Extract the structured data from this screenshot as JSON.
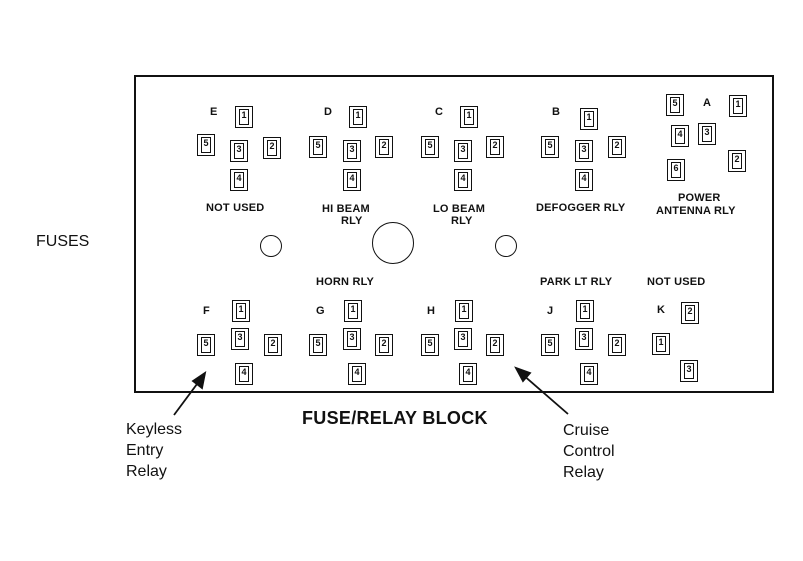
{
  "side_label": "FUSES",
  "block_title": "FUSE/RELAY BLOCK",
  "callouts": {
    "keyless": [
      "Keyless",
      "Entry",
      "Relay"
    ],
    "cruise": [
      "Cruise",
      "Control",
      "Relay"
    ]
  },
  "relays": {
    "E": {
      "letter": "E",
      "caption": "NOT USED",
      "t1": "1",
      "t2": "2",
      "t3": "3",
      "t4": "4",
      "t5": "5"
    },
    "D": {
      "letter": "D",
      "caption_1": "HI BEAM",
      "caption_2": "RLY",
      "t1": "1",
      "t2": "2",
      "t3": "3",
      "t4": "4",
      "t5": "5"
    },
    "C": {
      "letter": "C",
      "caption_1": "LO BEAM",
      "caption_2": "RLY",
      "t1": "1",
      "t2": "2",
      "t3": "3",
      "t4": "4",
      "t5": "5"
    },
    "B": {
      "letter": "B",
      "caption": "DEFOGGER RLY",
      "t1": "1",
      "t2": "2",
      "t3": "3",
      "t4": "4",
      "t5": "5"
    },
    "A": {
      "letter": "A",
      "caption_1": "POWER",
      "caption_2": "ANTENNA RLY",
      "t1": "1",
      "t2": "2",
      "t3": "3",
      "t4": "4",
      "t5": "5",
      "t6": "6"
    },
    "F": {
      "letter": "F",
      "t1": "1",
      "t2": "2",
      "t3": "3",
      "t4": "4",
      "t5": "5"
    },
    "G": {
      "letter": "G",
      "caption": "HORN RLY",
      "t1": "1",
      "t2": "2",
      "t3": "3",
      "t4": "4",
      "t5": "5"
    },
    "H": {
      "letter": "H",
      "t1": "1",
      "t2": "2",
      "t3": "3",
      "t4": "4",
      "t5": "5"
    },
    "J": {
      "letter": "J",
      "caption": "PARK LT RLY",
      "t1": "1",
      "t2": "2",
      "t3": "3",
      "t4": "4",
      "t5": "5"
    },
    "K": {
      "letter": "K",
      "caption": "NOT USED",
      "t1": "1",
      "t2": "2",
      "t3": "3"
    }
  }
}
